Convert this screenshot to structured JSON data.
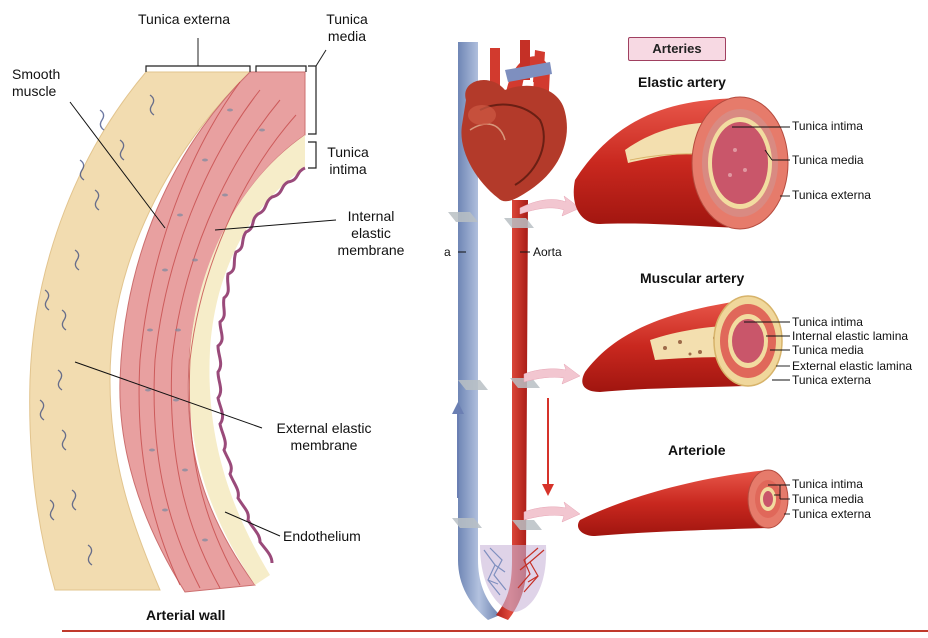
{
  "left_panel": {
    "caption": "Arterial wall",
    "labels": {
      "tunica_externa": "Tunica externa",
      "tunica_media": "Tunica\nmedia",
      "smooth_muscle": "Smooth\nmuscle",
      "tunica_intima": "Tunica\nintima",
      "internal_elastic_membrane": "Internal\nelastic\nmembrane",
      "external_elastic_membrane": "External elastic\nmembrane",
      "endothelium": "Endothelium"
    }
  },
  "right_panel": {
    "badge": "Arteries",
    "vessel_labels": {
      "vein_partial": "a",
      "aorta": "Aorta"
    },
    "elastic_artery": {
      "title": "Elastic artery",
      "layers": [
        "Tunica intima",
        "Tunica media",
        "Tunica externa"
      ]
    },
    "muscular_artery": {
      "title": "Muscular artery",
      "layers": [
        "Tunica intima",
        "Internal elastic lamina",
        "Tunica media",
        "External elastic lamina",
        "Tunica externa"
      ]
    },
    "arteriole": {
      "title": "Arteriole",
      "layers": [
        "Tunica intima",
        "Tunica media",
        "Tunica externa"
      ]
    }
  },
  "colors": {
    "artery_red": "#d6332a",
    "vein_blue": "#8fa3c9",
    "muscle_pink": "#e8a0a0",
    "externa_tan": "#f2dcb0",
    "elastic_purple": "#9a4a7a",
    "footer_rule": "#c0392b"
  }
}
